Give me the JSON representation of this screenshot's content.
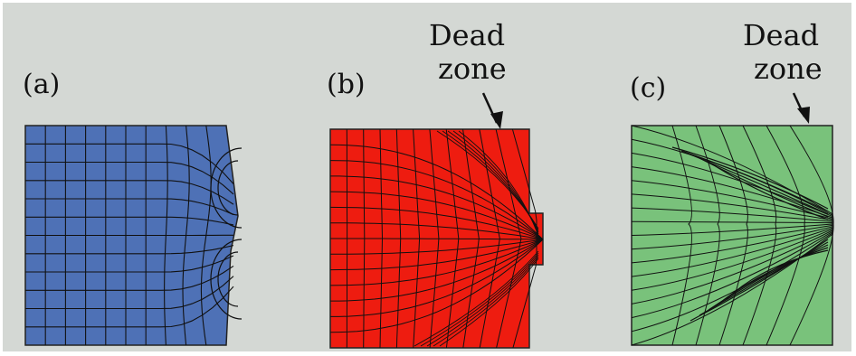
{
  "panels": [
    {
      "label": "(a)",
      "fill": "#4e71b6"
    },
    {
      "label": "(b)",
      "fill": "#ee1c10"
    },
    {
      "label": "(c)",
      "fill": "#79c27b"
    }
  ],
  "annotations": {
    "b": {
      "line1": "Dead",
      "line2": "zone"
    },
    "c": {
      "line1": "Dead",
      "line2": "zone"
    }
  },
  "colors": {
    "background": "#d4d8d4",
    "mesh_lines": "#111111",
    "panel_a": "#4e71b6",
    "panel_b": "#ee1c10",
    "panel_c": "#79c27b"
  }
}
